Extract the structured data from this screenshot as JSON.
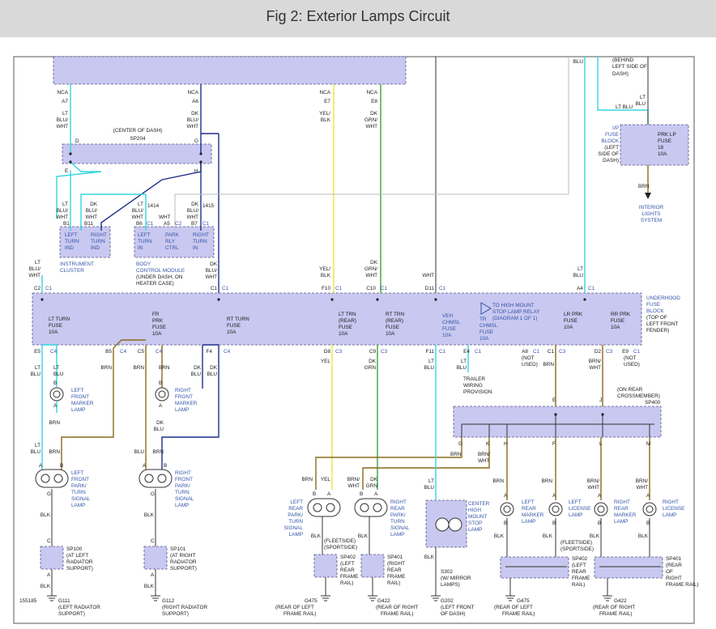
{
  "header": {
    "title": "Fig 2: Exterior Lamps Circuit"
  },
  "colors": {
    "header_bg": "#d9d9d9",
    "module_fill": "#c9c8f0",
    "wire_lt_blu": "#33d6e0",
    "wire_brn": "#8a6a1c",
    "wire_dk_blu": "#1e2f8a",
    "wire_yel": "#e6e83c",
    "wire_grn": "#3aa23a",
    "wire_blk": "#333333",
    "label_blue": "#3355a8"
  },
  "labels": {
    "nca1": "NCA",
    "a7": "A7",
    "nca2": "NCA",
    "a6": "A6",
    "nca3": "NCA",
    "e7": "E7",
    "nca4": "NCA",
    "e8": "E8",
    "ltbluwht1": "LT",
    "ltbluwht1b": "BLU/",
    "ltbluwht1c": "WHT",
    "dkbluwht1": "DK",
    "dkbluwht1b": "BLU/",
    "dkbluwht1c": "WHT",
    "yelblk1": "YEL/",
    "yelblk1b": "BLK",
    "dkgrnwht1": "DK",
    "dkgrnwht1b": "GRN/",
    "dkgrnwht1c": "WHT",
    "centerdash": "(CENTER OF DASH)",
    "sp204": "SP204",
    "d": "D",
    "g": "G",
    "e": "E",
    "h": "H",
    "blu_top": "BLU",
    "behind1": "(BEHIND",
    "behind2": "LEFT SIDE OF",
    "behind3": "DASH)",
    "ltblu_r": "LT",
    "ltblu_rb": "BLU",
    "ltblu_mid": "LT BLU",
    "ip1": "I/P",
    "ip2": "FUSE",
    "ip3": "BLOCK",
    "ip4": "(LEFT",
    "ip5": "SIDE OF",
    "ip6": "DASH)",
    "prk1": "PRK LP",
    "prk2": "FUSE",
    "prk3": "18",
    "prk4": "10A",
    "brn_r": "BRN",
    "int1": "INTERIOR",
    "int2": "LIGHTS",
    "int3": "SYSTEM",
    "ic_w1": "LT",
    "ic_w1b": "BLU/",
    "ic_w1c": "WHT",
    "ic_w2": "DK",
    "ic_w2b": "BLU/",
    "ic_w2c": "WHT",
    "b1": "B1",
    "b11": "B11",
    "lt_turn": "LEFT",
    "lt_turn2": "TURN",
    "lt_turn3": "IND",
    "rt_turn": "RIGHT",
    "rt_turn2": "TURN",
    "rt_turn3": "IND",
    "ic1": "INSTRUMENT",
    "ic2": "CLUSTER",
    "bc_w1": "LT",
    "bc_w1b": "BLU/",
    "bc_w1c": "WHT",
    "n1414": "1414",
    "wht1": "WHT",
    "bc_w2": "DK",
    "bc_w2b": "BLU/",
    "bc_w2c": "WHT",
    "n1415": "1415",
    "b6": "B6",
    "c1a": "C1",
    "a5": "A5",
    "c2": "C2",
    "b7": "B7",
    "c1b": "C1",
    "bc_l1": "LEFT",
    "bc_l2": "TURN",
    "bc_l3": "IN",
    "bc_p1": "PARK",
    "bc_p2": "RLY",
    "bc_p3": "CTRL",
    "bc_r1": "RIGHT",
    "bc_r2": "TURN",
    "bc_r3": "IN",
    "bcm1": "BODY",
    "bcm2": "CONTROL MODULE",
    "bcm3": "(UNDER DASH, ON",
    "bcm4": "HEATER CASE)",
    "dkbw3": "DK",
    "dkbw3b": "BLU/",
    "dkbw3c": "WHT",
    "lbw_l": "LT",
    "lbw_lb": "BLU/",
    "lbw_lc": "WHT",
    "yb2": "YEL/",
    "yb2b": "BLK",
    "dgw2": "DK",
    "dgw2b": "GRN/",
    "dgw2c": "WHT",
    "wht_top": "WHT",
    "ltblu_a4": "LT",
    "ltblu_a4b": "BLU",
    "c2t": "C2",
    "c1t": "C1",
    "c1t2": "C1",
    "c1t3": "C1",
    "f10": "F10",
    "c1t4": "C1",
    "c10": "C10",
    "c1t5": "C1",
    "d11": "D11",
    "c1t6": "C1",
    "a4": "A4",
    "c1t7": "C1",
    "ltturnfuse": "LT TURN",
    "ltturnfuse2": "FUSE",
    "ltturnfuse3": "10A",
    "frprk": "FR",
    "frprk2": "PRK",
    "frprk3": "FUSE",
    "frprk4": "10A",
    "rtturnfuse": "RT TURN",
    "rtturnfuse2": "FUSE",
    "rtturnfuse3": "10A",
    "lttrn": "LT TRN",
    "lttrn2": "(REAR)",
    "lttrn3": "FUSE",
    "lttrn4": "10A",
    "rttrn": "RT TRN",
    "rttrn2": "(REAR)",
    "rttrn3": "FUSE",
    "rttrn4": "10A",
    "veh": "VEH",
    "veh2": "CHMSL",
    "veh3": "FUSE",
    "veh4": "10A",
    "tr": "TR",
    "tr2": "CHMSL",
    "tr3": "FUSE",
    "tr4": "10A",
    "relay1": "TO HIGH MOUNT",
    "relay2": "STOP LAMP RELAY",
    "relay3": "(DIAGRAM 1 OF 1)",
    "lrprk": "LR PRK",
    "lrprk2": "FUSE",
    "lrprk3": "10A",
    "rrprk": "RR PRK",
    "rrprk2": "FUSE",
    "rrprk3": "10A",
    "uh1": "UNDERHOOD",
    "uh2": "FUSE",
    "uh3": "BLOCK",
    "uh4": "(TOP OF",
    "uh5": "LEFT FRONT",
    "uh6": "FENDER)",
    "e5": "E5",
    "c4a": "C4",
    "b5": "B5",
    "c4b": "C4",
    "c5": "C5",
    "c4c": "C4",
    "f4": "F4",
    "c4d": "C4",
    "d8": "D8",
    "c3a": "C3",
    "c9": "C9",
    "c3b": "C3",
    "f11": "F11",
    "c1b1": "C1",
    "e4": "E4",
    "c1b2": "C1",
    "a8": "A8",
    "c1b3": "C1",
    "c1b4": "C1",
    "c3c": "C3",
    "d2": "D2",
    "c3d": "C3",
    "e9": "E9",
    "c1b5": "C1",
    "ltblu_e5": "LT",
    "ltblu_e5b": "BLU",
    "ltblu_e5c": "LT",
    "ltblu_e5d": "BLU",
    "brn_b5": "BRN",
    "brn_c5": "BRN",
    "brn_c5b": "BRN",
    "dkblu_f4": "DK",
    "dkblu_f4b": "BLU",
    "dkblu_f4c": "DK",
    "dkblu_f4d": "BLU",
    "yel_d8": "YEL",
    "dkgrn_c9": "DK",
    "dkgrn_c9b": "GRN",
    "ltblu_f11": "LT",
    "ltblu_f11b": "BLU",
    "ltblu_e4": "LT",
    "ltblu_e4b": "BLU",
    "notused1": "(NOT",
    "notused1b": "USED)",
    "brn_c1": "BRN",
    "brnwht_d2": "BRN/",
    "brnwht_d2b": "WHT",
    "notused2": "(NOT",
    "notused2b": "USED)",
    "trailer1": "TRAILER",
    "trailer2": "WIRING",
    "trailer3": "PROVISION",
    "lfm1": "LEFT",
    "lfm2": "FRONT",
    "lfm3": "MARKER",
    "lfm4": "LAMP",
    "rfm1": "RIGHT",
    "rfm2": "FRONT",
    "rfm3": "MARKER",
    "rfm4": "LAMP",
    "brn_lm": "BRN",
    "dkblu_rm": "DK",
    "dkblu_rm2": "BLU",
    "onrear1": "(ON REAR",
    "onrear2": "CROSSMEMBER)",
    "sp400": "SP400",
    "sp400e": "E",
    "sp400j": "J",
    "sp_g": "G",
    "sp_k": "K",
    "sp_h": "H",
    "sp_f": "F",
    "sp_l": "L",
    "sp_m": "M",
    "brn_sp": "BRN",
    "brnwht_sp": "BRN/",
    "brnwht_spb": "WHT",
    "ltblu_lft": "LT",
    "ltblu_lftb": "BLU",
    "brn_lft": "BRN",
    "blu_rft": "BLU",
    "brn_rft": "BRN",
    "lfpt1": "LEFT",
    "lfpt2": "FRONT",
    "lfpt3": "PARK/",
    "lfpt4": "TURN",
    "lfpt5": "SIGNAL",
    "lfpt6": "LAMP",
    "rfpt1": "RIGHT",
    "rfpt2": "FRONT",
    "rfpt3": "PARK/",
    "rfpt4": "TURN",
    "rfpt5": "SIGNAL",
    "rfpt6": "LAMP",
    "blk1": "BLK",
    "blk2": "BLK",
    "sp100": "SP100",
    "sp100b": "(AT LEFT",
    "sp100c": "RADIATOR",
    "sp100d": "SUPPORT)",
    "sp101": "SP101",
    "sp101b": "(AT RIGHT",
    "sp101c": "RADIATOR",
    "sp101d": "SUPPORT)",
    "blk3": "BLK",
    "blk4": "BLK",
    "g111": "G111",
    "g111b": "(LEFT RADIATOR",
    "g111c": "SUPPORT)",
    "g112": "G112",
    "g112b": "(RIGHT RADIATOR",
    "g112c": "SUPPORT)",
    "num": "155185",
    "brn_lr": "BRN",
    "yel_lr": "YEL",
    "brnwht_lr": "BRN/",
    "brnwht_lrb": "WHT",
    "dkgrn_rr": "DK",
    "dkgrn_rrb": "GRN",
    "lrpt1": "LEFT",
    "lrpt2": "REAR",
    "lrpt3": "PARK/",
    "lrpt4": "TURN",
    "lrpt5": "SIGNAL",
    "lrpt6": "LAMP",
    "rrpt1": "RIGHT",
    "rrpt2": "REAR",
    "rrpt3": "PARK/",
    "rrpt4": "TURN",
    "rrpt5": "SIGNAL",
    "rrpt6": "LAMP",
    "blk5": "BLK",
    "blk6": "BLK",
    "fleet1": "(FLEETSIDE)",
    "sport1": "(SPORTSIDE)",
    "sp402": "SP402",
    "sp402b": "(LEFT",
    "sp402c": "REAR",
    "sp402d": "FRAME",
    "sp402e": "RAIL)",
    "sp401": "SP401",
    "sp401b": "(RIGHT",
    "sp401c": "REAR",
    "sp401d": "FRAME",
    "sp401e": "RAIL)",
    "g475": "G475",
    "g422": "G422",
    "g475b": "(REAR OF LEFT",
    "g475c": "FRAME RAIL)",
    "g422b": "(REAR OF RIGHT",
    "g422c": "FRAME RAIL)",
    "ltblu_ch": "LT",
    "ltblu_chb": "BLU",
    "chm1": "CENTER",
    "chm2": "HIGH",
    "chm3": "MOUNT",
    "chm4": "STOP",
    "chm5": "LAMP",
    "blk_ch": "BLK",
    "s302": "S302",
    "s302b": "(W/ MIRROR",
    "s302c": "LAMPS)",
    "g202": "G202",
    "g202b": "(LEFT FRONT",
    "g202c": "OF DASH)",
    "brn_lrm": "BRN",
    "brn_llp": "BRN",
    "brnwht_rrm": "BRN/",
    "brnwht_rrmb": "WHT",
    "brnwht_rlp": "BRN/",
    "brnwht_rlpb": "WHT",
    "lrm1": "LEFT",
    "lrm2": "REAR",
    "lrm3": "MARKER",
    "lrm4": "LAMP",
    "llp1": "LEFT",
    "llp2": "LICENSE",
    "llp3": "LAMP",
    "rrm1": "RIGHT",
    "rrm2": "REAR",
    "rrm3": "MARKER",
    "rrm4": "LAMP",
    "rlp1": "RIGHT",
    "rlp2": "LICENSE",
    "rlp3": "LAMP",
    "blk7": "BLK",
    "blk8": "BLK",
    "blk9": "BLK",
    "blk10": "BLK",
    "fleet2": "(FLEETSIDE)",
    "sport2": "(SPORTSIDE)",
    "sp402r": "SP402",
    "sp402rb": "(LEFT",
    "sp402rc": "REAR",
    "sp402rd": "FRAME",
    "sp402re": "RAIL)",
    "sp401r": "SP401",
    "sp401rb": "(REAR",
    "sp401rc": "OF",
    "sp401rd": "RIGHT",
    "sp401re": "FRAME RAIL)",
    "g475r": "G475",
    "g475rb": "(REAR OF LEFT",
    "g475rc": "FRAME RAIL)",
    "g422r": "G422",
    "g422rb": "(REAR OF RIGHT",
    "g422rc": "FRAME RAIL)",
    "pinA": "A",
    "pinB": "B",
    "pinC": "C",
    "pinG": "G"
  }
}
